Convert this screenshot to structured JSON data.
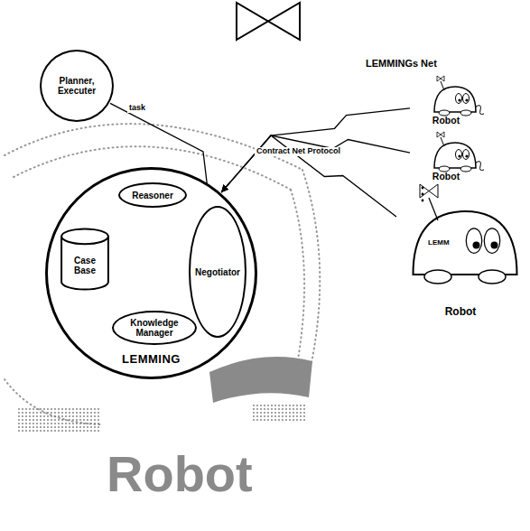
{
  "diagram": {
    "nodes": [
      {
        "text": [
          "Planner, Executer"
        ]
      },
      {
        "text": [
          "LEMMING"
        ]
      },
      {
        "text": [
          "Reasoner"
        ],
        "in": 1
      },
      {
        "text": [
          "Case Base"
        ],
        "in": 1
      },
      {
        "text": [
          "Negotiator"
        ],
        "in": 1
      },
      {
        "text": [
          "Knowledge Manager"
        ],
        "in": 1
      },
      {
        "text": [
          "Robot"
        ]
      },
      {
        "text": [
          "Robot"
        ]
      },
      {
        "text": [
          "Robot"
        ]
      }
    ],
    "edges": [
      {
        "from": 0,
        "to": 4,
        "label": "task",
        "arrow": "to"
      },
      {
        "from": 2,
        "to": 4,
        "arrow": "to"
      },
      {
        "from": 2,
        "to": 3,
        "arrow": "to"
      },
      {
        "from": 3,
        "to": 5,
        "arrow": "to"
      },
      {
        "from": 5,
        "to": 4,
        "arrow": "to"
      },
      {
        "from": 3,
        "to": 4,
        "arrow": "to"
      },
      {
        "from": 6,
        "to": 1,
        "arrow": "to"
      },
      {
        "from": 7,
        "to": 1,
        "arrow": "to"
      },
      {
        "from": 8,
        "to": 1,
        "label": "Contract Net Protocol",
        "arrow": "to"
      }
    ],
    "labels": [
      "LEMMINGs Net",
      "LEMM",
      "Robot"
    ]
  }
}
